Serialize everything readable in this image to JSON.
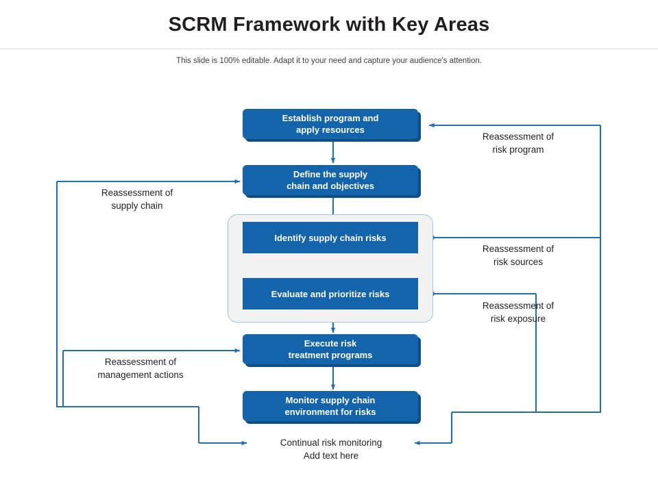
{
  "header": {
    "title": "SCRM Framework with Key Areas",
    "subtitle": "This slide is 100% editable. Adapt it to your need and capture your audience's attention."
  },
  "diagram": {
    "type": "flowchart",
    "process_steps": [
      {
        "id": "step1",
        "line1": "Establish program and",
        "line2": "apply resources"
      },
      {
        "id": "step2",
        "line1": "Define the supply",
        "line2": "chain and objectives"
      },
      {
        "id": "step3",
        "line1": "Identify supply chain risks",
        "line2": ""
      },
      {
        "id": "step4",
        "line1": "Evaluate and prioritize risks",
        "line2": ""
      },
      {
        "id": "step5",
        "line1": "Execute risk",
        "line2": "treatment programs"
      },
      {
        "id": "step6",
        "line1": "Monitor supply chain",
        "line2": "environment for risks"
      }
    ],
    "feedback_labels": [
      {
        "id": "reassess-risk-program",
        "line1": "Reassessment  of",
        "line2": "risk program"
      },
      {
        "id": "reassess-supply-chain",
        "line1": "Reassessment  of",
        "line2": "supply chain"
      },
      {
        "id": "reassess-risk-sources",
        "line1": "Reassessment  of",
        "line2": "risk sources"
      },
      {
        "id": "reassess-risk-exposure",
        "line1": "Reassessment  of",
        "line2": "risk exposure"
      },
      {
        "id": "reassess-management-actions",
        "line1": "Reassessment  of",
        "line2": "management actions"
      },
      {
        "id": "continual-risk-monitoring",
        "line1": "Continual risk  monitoring",
        "line2": "Add text here"
      }
    ],
    "colors": {
      "box_fill": "#1464ac",
      "box_shadow": "#0f4f89",
      "group_fill": "#f2f2f2",
      "group_border": "#9dc3e6",
      "connector": "#1f6fb2",
      "text": "#231f20"
    }
  }
}
